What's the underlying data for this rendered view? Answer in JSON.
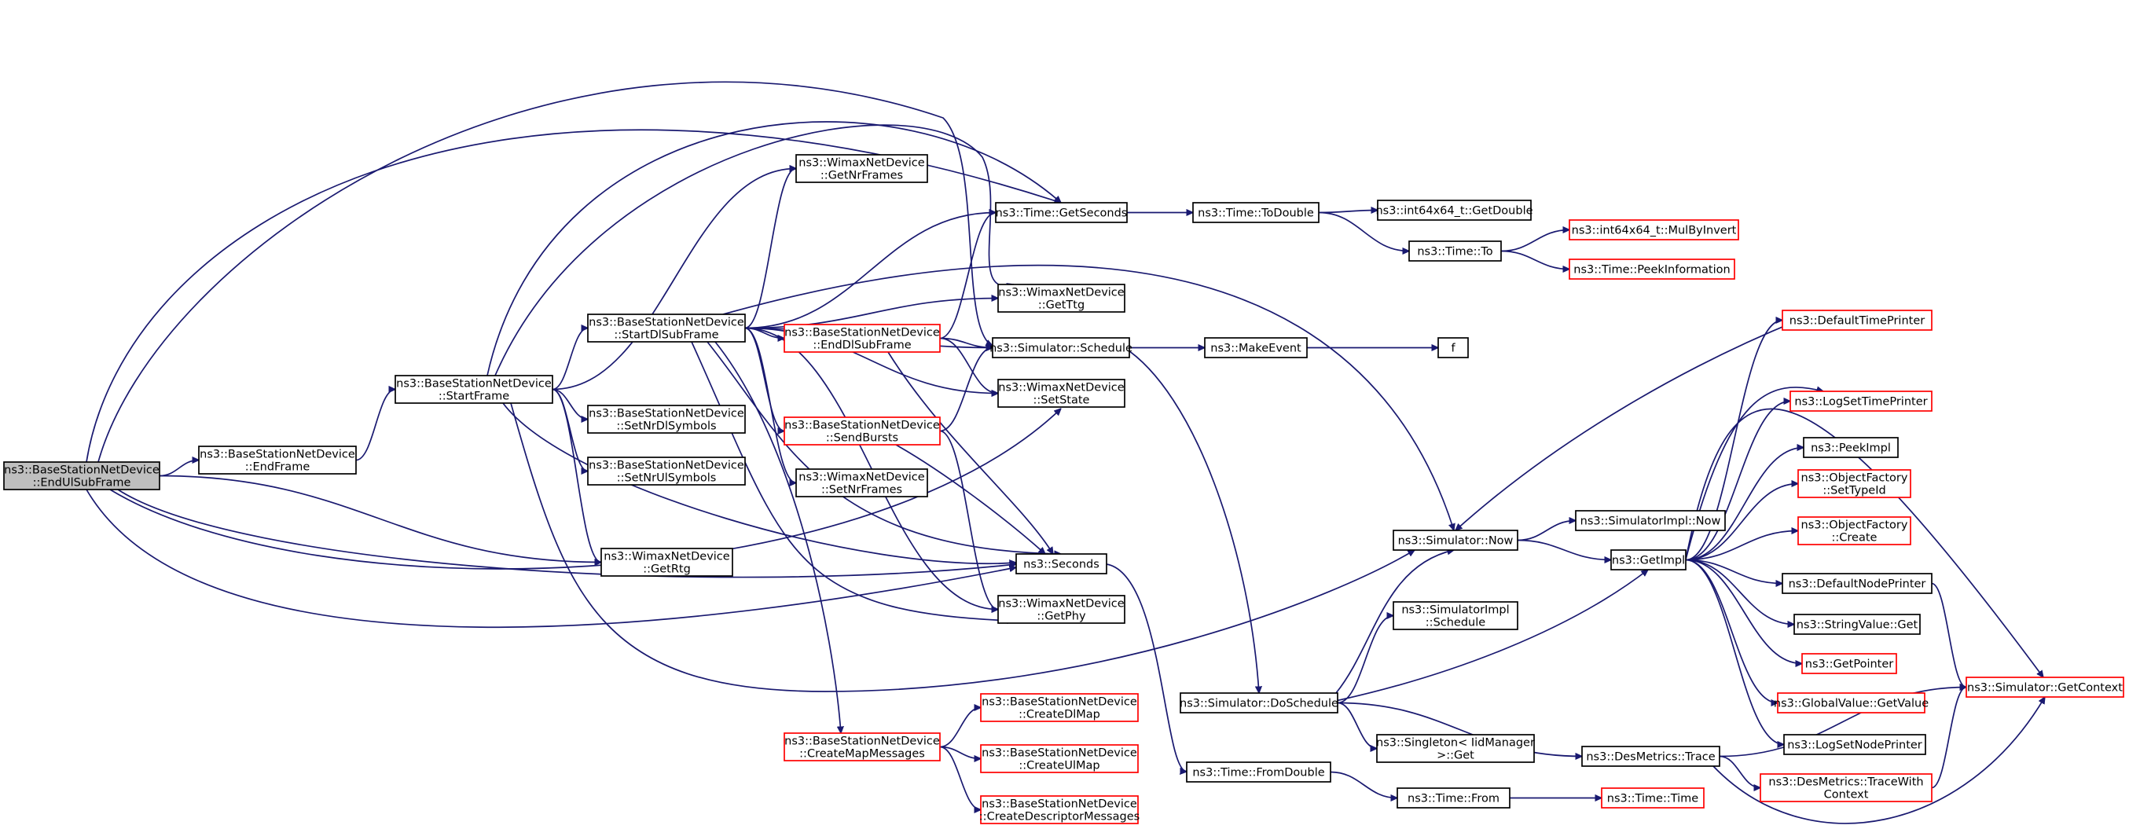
{
  "colors": {
    "edge": "#191970",
    "box_border": "#000000",
    "box_border_incomplete": "#ff0000",
    "root_fill": "#bfbfbf"
  },
  "nodes": [
    {
      "id": "endul",
      "lines": [
        "ns3::BaseStationNetDevice",
        "::EndUlSubFrame"
      ],
      "style": "root"
    },
    {
      "id": "endframe",
      "lines": [
        "ns3::BaseStationNetDevice",
        "::EndFrame"
      ],
      "style": "normal"
    },
    {
      "id": "startframe",
      "lines": [
        "ns3::BaseStationNetDevice",
        "::StartFrame"
      ],
      "style": "normal"
    },
    {
      "id": "startdl",
      "lines": [
        "ns3::BaseStationNetDevice",
        "::StartDlSubFrame"
      ],
      "style": "normal"
    },
    {
      "id": "setnrdl",
      "lines": [
        "ns3::BaseStationNetDevice",
        "::SetNrDlSymbols"
      ],
      "style": "normal"
    },
    {
      "id": "setnrul",
      "lines": [
        "ns3::BaseStationNetDevice",
        "::SetNrUlSymbols"
      ],
      "style": "normal"
    },
    {
      "id": "getrtg",
      "lines": [
        "ns3::WimaxNetDevice",
        "::GetRtg"
      ],
      "style": "normal"
    },
    {
      "id": "getnrframes",
      "lines": [
        "ns3::WimaxNetDevice",
        "::GetNrFrames"
      ],
      "style": "normal"
    },
    {
      "id": "enddl",
      "lines": [
        "ns3::BaseStationNetDevice",
        "::EndDlSubFrame"
      ],
      "style": "red"
    },
    {
      "id": "sendbursts",
      "lines": [
        "ns3::BaseStationNetDevice",
        "::SendBursts"
      ],
      "style": "red"
    },
    {
      "id": "setnrframes",
      "lines": [
        "ns3::WimaxNetDevice",
        "::SetNrFrames"
      ],
      "style": "normal"
    },
    {
      "id": "createmap",
      "lines": [
        "ns3::BaseStationNetDevice",
        "::CreateMapMessages"
      ],
      "style": "red"
    },
    {
      "id": "createdl",
      "lines": [
        "ns3::BaseStationNetDevice",
        "::CreateDlMap"
      ],
      "style": "red"
    },
    {
      "id": "createul",
      "lines": [
        "ns3::BaseStationNetDevice",
        "::CreateUlMap"
      ],
      "style": "red"
    },
    {
      "id": "createdesc",
      "lines": [
        "ns3::BaseStationNetDevice",
        "::CreateDescriptorMessages"
      ],
      "style": "red"
    },
    {
      "id": "getseconds",
      "lines": [
        "ns3::Time::GetSeconds"
      ],
      "style": "normal"
    },
    {
      "id": "getttg",
      "lines": [
        "ns3::WimaxNetDevice",
        "::GetTtg"
      ],
      "style": "normal"
    },
    {
      "id": "schedule",
      "lines": [
        "ns3::Simulator::Schedule"
      ],
      "style": "normal"
    },
    {
      "id": "setstate",
      "lines": [
        "ns3::WimaxNetDevice",
        "::SetState"
      ],
      "style": "normal"
    },
    {
      "id": "seconds",
      "lines": [
        "ns3::Seconds"
      ],
      "style": "normal"
    },
    {
      "id": "getphy",
      "lines": [
        "ns3::WimaxNetDevice",
        "::GetPhy"
      ],
      "style": "normal"
    },
    {
      "id": "todouble",
      "lines": [
        "ns3::Time::ToDouble"
      ],
      "style": "normal"
    },
    {
      "id": "getdouble",
      "lines": [
        "ns3::int64x64_t::GetDouble"
      ],
      "style": "normal"
    },
    {
      "id": "timeto",
      "lines": [
        "ns3::Time::To"
      ],
      "style": "normal"
    },
    {
      "id": "mulbyinvert",
      "lines": [
        "ns3::int64x64_t::MulByInvert"
      ],
      "style": "red"
    },
    {
      "id": "peekinfo",
      "lines": [
        "ns3::Time::PeekInformation"
      ],
      "style": "red"
    },
    {
      "id": "makeevent",
      "lines": [
        "ns3::MakeEvent"
      ],
      "style": "normal"
    },
    {
      "id": "f",
      "lines": [
        "f"
      ],
      "style": "normal"
    },
    {
      "id": "now",
      "lines": [
        "ns3::Simulator::Now"
      ],
      "style": "normal"
    },
    {
      "id": "doschedule",
      "lines": [
        "ns3::Simulator::DoSchedule"
      ],
      "style": "normal"
    },
    {
      "id": "fromdouble",
      "lines": [
        "ns3::Time::FromDouble"
      ],
      "style": "normal"
    },
    {
      "id": "implnow",
      "lines": [
        "ns3::SimulatorImpl::Now"
      ],
      "style": "normal"
    },
    {
      "id": "implschedule",
      "lines": [
        "ns3::SimulatorImpl",
        "::Schedule"
      ],
      "style": "normal"
    },
    {
      "id": "singleton",
      "lines": [
        "ns3::Singleton< IidManager",
        ">::Get"
      ],
      "style": "normal"
    },
    {
      "id": "timefrom",
      "lines": [
        "ns3::Time::From"
      ],
      "style": "normal"
    },
    {
      "id": "getimpl",
      "lines": [
        "ns3::GetImpl"
      ],
      "style": "normal"
    },
    {
      "id": "destrace",
      "lines": [
        "ns3::DesMetrics::Trace"
      ],
      "style": "normal"
    },
    {
      "id": "timetime",
      "lines": [
        "ns3::Time::Time"
      ],
      "style": "red"
    },
    {
      "id": "defaulttimeprinter",
      "lines": [
        "ns3::DefaultTimePrinter"
      ],
      "style": "red"
    },
    {
      "id": "logsettimeprinter",
      "lines": [
        "ns3::LogSetTimePrinter"
      ],
      "style": "red"
    },
    {
      "id": "peekimpl",
      "lines": [
        "ns3::PeekImpl"
      ],
      "style": "normal"
    },
    {
      "id": "settypeid",
      "lines": [
        "ns3::ObjectFactory",
        "::SetTypeId"
      ],
      "style": "red"
    },
    {
      "id": "ofcreate",
      "lines": [
        "ns3::ObjectFactory",
        "::Create"
      ],
      "style": "red"
    },
    {
      "id": "defaultnodeprinter",
      "lines": [
        "ns3::DefaultNodePrinter"
      ],
      "style": "normal"
    },
    {
      "id": "stringvalue",
      "lines": [
        "ns3::StringValue::Get"
      ],
      "style": "normal"
    },
    {
      "id": "getpointer",
      "lines": [
        "ns3::GetPointer"
      ],
      "style": "red"
    },
    {
      "id": "globalvalue",
      "lines": [
        "ns3::GlobalValue::GetValue"
      ],
      "style": "red"
    },
    {
      "id": "logsetnodeprinter",
      "lines": [
        "ns3::LogSetNodePrinter"
      ],
      "style": "normal"
    },
    {
      "id": "tracewithcontext",
      "lines": [
        "ns3::DesMetrics::TraceWith",
        "Context"
      ],
      "style": "red"
    },
    {
      "id": "getcontext",
      "lines": [
        "ns3::Simulator::GetContext"
      ],
      "style": "red"
    }
  ]
}
